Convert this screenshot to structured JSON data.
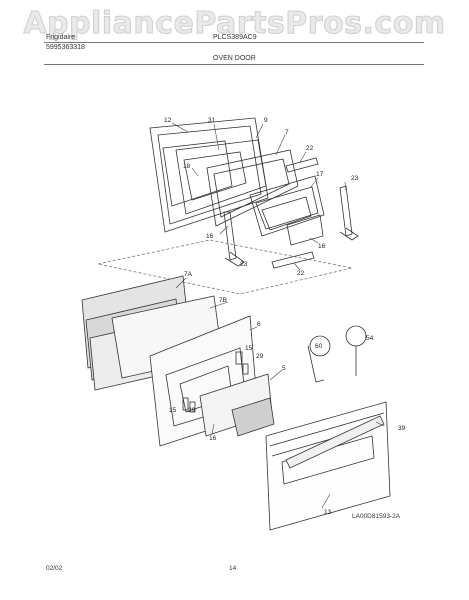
{
  "watermark": "AppliancePartsPros.com",
  "header": {
    "brand": "Frigidaire",
    "part_no": "5995363318",
    "model": "PLCS389AC9",
    "section_title": "OVEN DOOR"
  },
  "diagram_code": "LA00D81593-2A",
  "footer": {
    "date": "02/02",
    "page": "14"
  },
  "callouts": {
    "c12": "12",
    "c31": "31",
    "c9": "9",
    "c7": "7",
    "c18": "18",
    "c22a": "22",
    "c17": "17",
    "c23a": "23",
    "c16a": "16",
    "c16b": "16",
    "c23b": "23",
    "c22b": "22",
    "c7a": "7A",
    "c7b": "7B",
    "c6": "6",
    "c15a": "15",
    "c29a": "29",
    "c5": "5",
    "c15b": "15",
    "c29b": "29",
    "c16c": "16",
    "c60": "60",
    "c54": "54",
    "c39": "39",
    "c13": "13"
  }
}
